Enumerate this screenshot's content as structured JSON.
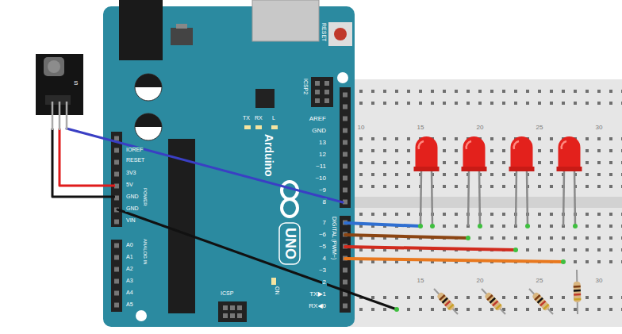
{
  "diagram": {
    "labels": [
      "RESET",
      "ICSP2",
      "AREF",
      "GND",
      "13",
      "12",
      "~11",
      "~10",
      "~9",
      "8",
      "7",
      "~6",
      "~5",
      "4",
      "~3",
      "2",
      "TX▶1",
      "RX◀0",
      "DIGITAL (PWM~)",
      "TX",
      "RX",
      "L",
      "Arduino",
      "UNO",
      "ON",
      "ICSP",
      "IOREF",
      "RESET",
      "3V3",
      "5V",
      "GND",
      "GND",
      "VIN",
      "POWER",
      "A0",
      "A1",
      "A2",
      "A3",
      "A4",
      "A5",
      "ANALOG IN",
      "S",
      "10",
      "15",
      "20",
      "25",
      "30",
      "15",
      "20",
      "25",
      "30"
    ]
  }
}
